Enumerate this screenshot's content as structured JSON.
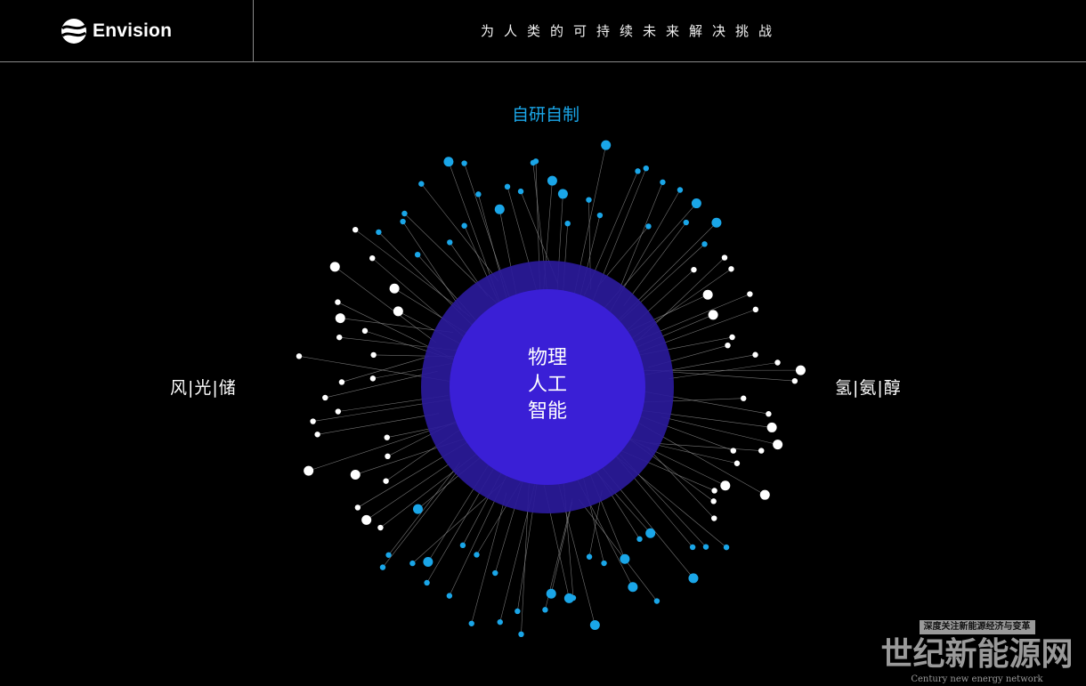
{
  "header": {
    "brand": "Envision",
    "slogan": "为人类的可持续未来解决挑战"
  },
  "diagram": {
    "top_label": "自研自制",
    "left_label": "风|光|储",
    "right_label": "氢|氨|醇",
    "center_lines": [
      "物理",
      "人工",
      "智能"
    ],
    "colors": {
      "blue": "#1aa6e8",
      "white": "#ffffff",
      "core": "#3a1fd6",
      "ring": "#2a1a9a"
    }
  },
  "watermark": {
    "tagline": "深度关注新能源经济与变革",
    "name": "世纪新能源网",
    "english": "Century new energy network"
  }
}
